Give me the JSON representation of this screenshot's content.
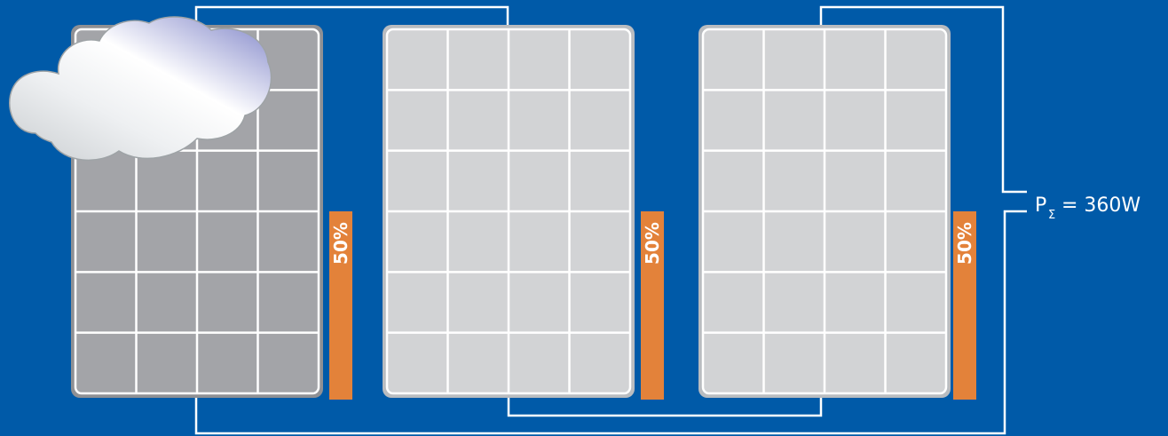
{
  "colors": {
    "background": "#005aa8",
    "wire": "#ffffff",
    "panel_frame_light": "#b9bcc0",
    "panel_cell_light": "#d2d3d5",
    "panel_frame_shaded": "#8f9094",
    "panel_cell_shaded": "#a3a4a8",
    "grid_line": "#ffffff",
    "bar": "#e3823a"
  },
  "panels": [
    {
      "id": "panel-1",
      "shaded": true,
      "bar_label": "50%"
    },
    {
      "id": "panel-2",
      "shaded": false,
      "bar_label": "50%"
    },
    {
      "id": "panel-3",
      "shaded": false,
      "bar_label": "50%"
    }
  ],
  "shading_object": {
    "icon": "cloud-icon"
  },
  "total": {
    "symbol": "P",
    "subscript": "Σ",
    "value_text": "= 360W"
  }
}
